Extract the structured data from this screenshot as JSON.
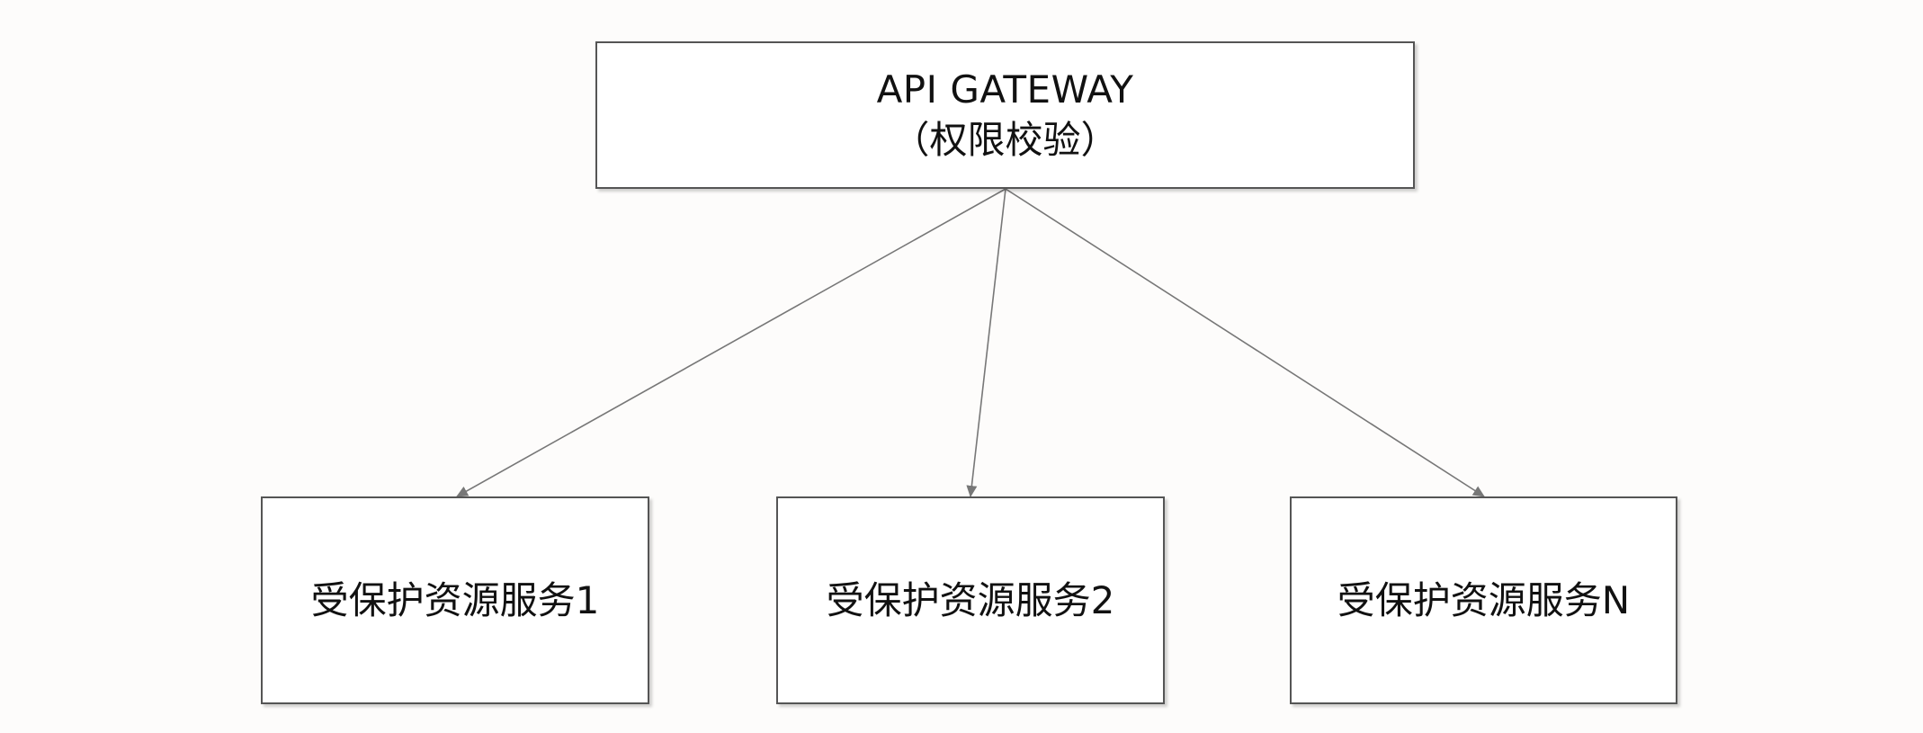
{
  "gateway": {
    "title": "API GATEWAY",
    "subtitle": "（权限校验）"
  },
  "services": [
    {
      "label": "受保护资源服务1"
    },
    {
      "label": "受保护资源服务2"
    },
    {
      "label": "受保护资源服务N"
    }
  ],
  "colors": {
    "background": "#fdfcfb",
    "box_fill": "#ffffff",
    "box_border": "#555555",
    "arrow": "#777777",
    "text": "#111111"
  }
}
